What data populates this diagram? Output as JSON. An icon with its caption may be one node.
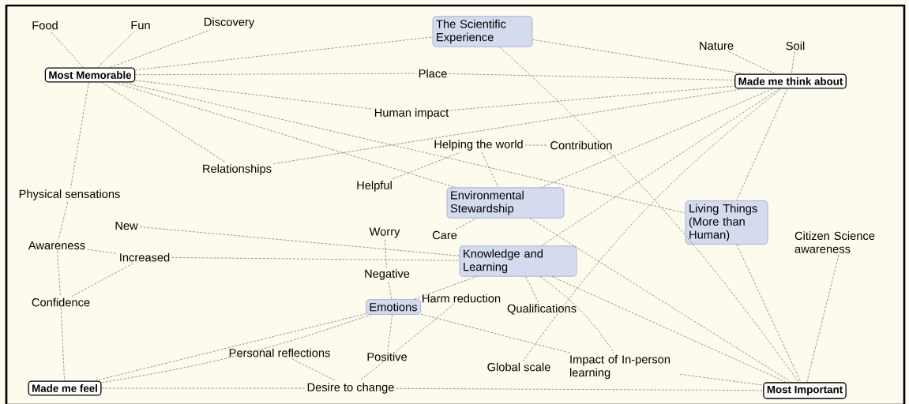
{
  "diagram": {
    "nodes": [
      {
        "text": [
          "Most Memorable"
        ]
      },
      {
        "text": [
          "Food"
        ]
      },
      {
        "text": [
          "Fun"
        ]
      },
      {
        "text": [
          "Discovery"
        ]
      },
      {
        "text": [
          "The Scientific Experience"
        ]
      },
      {
        "text": [
          "Place"
        ]
      },
      {
        "text": [
          "Made me think about"
        ]
      },
      {
        "text": [
          "Nature"
        ]
      },
      {
        "text": [
          "Soil"
        ]
      },
      {
        "text": [
          "Human impact"
        ]
      },
      {
        "text": [
          "Helping the world"
        ]
      },
      {
        "text": [
          "Contribution"
        ]
      },
      {
        "text": [
          "Relationships"
        ]
      },
      {
        "text": [
          "Helpful"
        ]
      },
      {
        "text": [
          "Environmental Stewardship"
        ]
      },
      {
        "text": [
          "Physical sensations"
        ]
      },
      {
        "text": [
          "Living Things (More than Human)"
        ]
      },
      {
        "text": [
          "Citizen Science awareness"
        ]
      },
      {
        "text": [
          "New"
        ]
      },
      {
        "text": [
          "Worry"
        ]
      },
      {
        "text": [
          "Care"
        ]
      },
      {
        "text": [
          "Awareness"
        ]
      },
      {
        "text": [
          "Increased"
        ]
      },
      {
        "text": [
          "Knowledge and Learning"
        ]
      },
      {
        "text": [
          "Negative"
        ]
      },
      {
        "text": [
          "Confidence"
        ]
      },
      {
        "text": [
          "Emotions"
        ]
      },
      {
        "text": [
          "Harm reduction"
        ]
      },
      {
        "text": [
          "Qualifications"
        ]
      },
      {
        "text": [
          "Personal reflections"
        ]
      },
      {
        "text": [
          "Positive"
        ]
      },
      {
        "text": [
          "Global scale"
        ]
      },
      {
        "text": [
          "Impact of In-person learning"
        ]
      },
      {
        "text": [
          "Made me feel"
        ]
      },
      {
        "text": [
          "Desire to change"
        ]
      },
      {
        "text": [
          "Most Important"
        ]
      }
    ],
    "edges": [
      {
        "from": 0,
        "to": 1,
        "arrow": "none",
        "style": "dashed"
      },
      {
        "from": 0,
        "to": 2,
        "arrow": "none",
        "style": "dashed"
      },
      {
        "from": 0,
        "to": 3,
        "arrow": "none",
        "style": "dashed"
      },
      {
        "from": 0,
        "to": 4,
        "arrow": "none",
        "style": "dashed"
      },
      {
        "from": 0,
        "to": 5,
        "arrow": "none",
        "style": "dashed"
      },
      {
        "from": 0,
        "to": 9,
        "arrow": "none",
        "style": "dashed"
      },
      {
        "from": 0,
        "to": 14,
        "arrow": "none",
        "style": "dashed"
      },
      {
        "from": 0,
        "to": 16,
        "arrow": "none",
        "style": "dashed"
      },
      {
        "from": 0,
        "to": 12,
        "arrow": "none",
        "style": "dashed"
      },
      {
        "from": 0,
        "to": 15,
        "arrow": "none",
        "style": "dashed"
      },
      {
        "from": 4,
        "to": 6,
        "arrow": "none",
        "style": "dashed"
      },
      {
        "from": 5,
        "to": 6,
        "arrow": "none",
        "style": "dashed"
      },
      {
        "from": 9,
        "to": 6,
        "arrow": "none",
        "style": "dashed"
      },
      {
        "from": 12,
        "to": 6,
        "arrow": "none",
        "style": "dashed"
      },
      {
        "from": 7,
        "to": 6,
        "arrow": "none",
        "style": "dashed"
      },
      {
        "from": 8,
        "to": 6,
        "arrow": "none",
        "style": "dashed"
      },
      {
        "from": 6,
        "to": 14,
        "arrow": "none",
        "style": "dashed"
      },
      {
        "from": 6,
        "to": 23,
        "arrow": "none",
        "style": "dashed"
      },
      {
        "from": 6,
        "to": 31,
        "arrow": "none",
        "style": "dashed"
      },
      {
        "from": 6,
        "to": 16,
        "arrow": "none",
        "style": "dashed"
      },
      {
        "from": 4,
        "to": 35,
        "arrow": "none",
        "style": "dashed"
      },
      {
        "from": 10,
        "to": 11,
        "arrow": "none",
        "style": "dashed"
      },
      {
        "from": 13,
        "to": 10,
        "arrow": "none",
        "style": "dashed"
      },
      {
        "from": 10,
        "to": 14,
        "arrow": "none",
        "style": "dashed"
      },
      {
        "from": 20,
        "to": 14,
        "arrow": "none",
        "style": "dashed"
      },
      {
        "from": 15,
        "to": 21,
        "arrow": "none",
        "style": "dashed"
      },
      {
        "from": 21,
        "to": 25,
        "arrow": "none",
        "style": "dashed"
      },
      {
        "from": 21,
        "to": 22,
        "arrow": "none",
        "style": "dashed"
      },
      {
        "from": 22,
        "to": 25,
        "arrow": "none",
        "style": "dashed"
      },
      {
        "from": 25,
        "to": 33,
        "arrow": "none",
        "style": "dashed"
      },
      {
        "from": 18,
        "to": 23,
        "arrow": "none",
        "style": "dashed"
      },
      {
        "from": 22,
        "to": 23,
        "arrow": "none",
        "style": "dashed"
      },
      {
        "from": 19,
        "to": 24,
        "arrow": "none",
        "style": "dashed"
      },
      {
        "from": 24,
        "to": 26,
        "arrow": "none",
        "style": "dashed"
      },
      {
        "from": 26,
        "to": 23,
        "arrow": "none",
        "style": "dashed"
      },
      {
        "from": 26,
        "to": 30,
        "arrow": "none",
        "style": "dashed"
      },
      {
        "from": 27,
        "to": 34,
        "arrow": "none",
        "style": "dashed"
      },
      {
        "from": 29,
        "to": 34,
        "arrow": "none",
        "style": "dashed"
      },
      {
        "from": 26,
        "to": 32,
        "arrow": "none",
        "style": "dashed"
      },
      {
        "from": 23,
        "to": 28,
        "arrow": "none",
        "style": "dashed"
      },
      {
        "from": 23,
        "to": 32,
        "arrow": "none",
        "style": "dashed"
      },
      {
        "from": 33,
        "to": 26,
        "arrow": "none",
        "style": "dashed"
      },
      {
        "from": 33,
        "to": 26,
        "arrow": "none",
        "style": "dashed"
      },
      {
        "from": 33,
        "to": 34,
        "arrow": "none",
        "style": "dashed"
      },
      {
        "from": 34,
        "to": 35,
        "arrow": "none",
        "style": "dashed"
      },
      {
        "from": 14,
        "to": 35,
        "arrow": "none",
        "style": "dashed"
      },
      {
        "from": 23,
        "to": 35,
        "arrow": "none",
        "style": "dashed"
      },
      {
        "from": 16,
        "to": 35,
        "arrow": "none",
        "style": "dashed"
      },
      {
        "from": 17,
        "to": 35,
        "arrow": "none",
        "style": "dashed"
      },
      {
        "from": 32,
        "to": 35,
        "arrow": "none",
        "style": "dashed"
      }
    ]
  }
}
